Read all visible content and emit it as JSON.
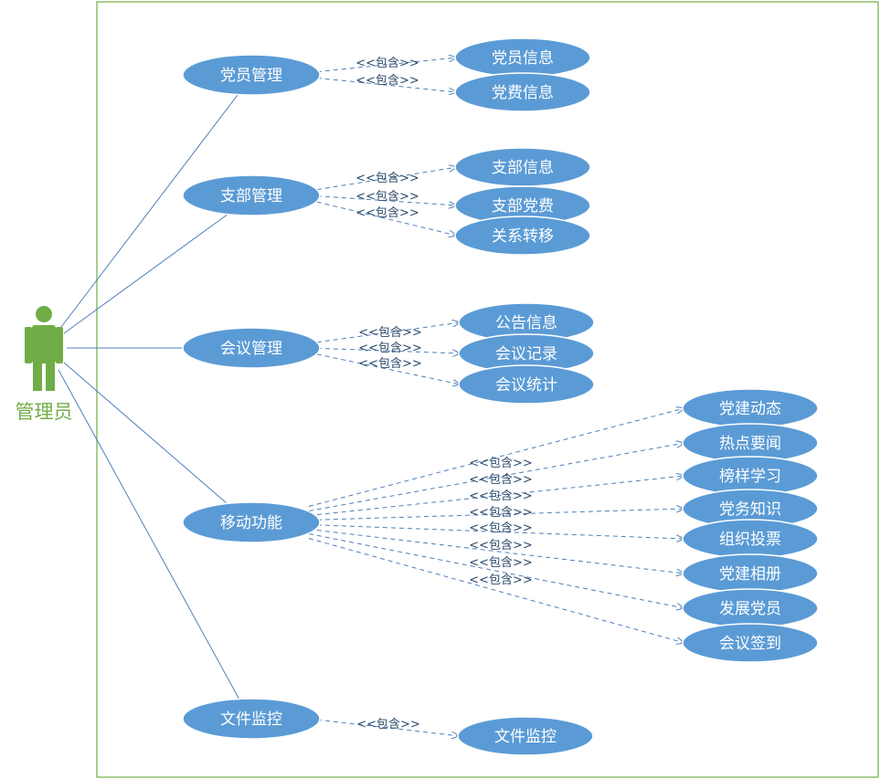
{
  "diagram": {
    "type": "use-case",
    "actor": "管理员",
    "include_label": "<<包含>>",
    "colors": {
      "actor": "#70ad47",
      "usecase_fill": "#5b9bd5",
      "line": "#4f7fb9",
      "boundary": "#70ad47",
      "usecase_text": "#ffffff"
    },
    "groups": [
      {
        "name": "党员管理",
        "children": [
          "党员信息",
          "党费信息"
        ]
      },
      {
        "name": "支部管理",
        "children": [
          "支部信息",
          "支部党费",
          "关系转移"
        ]
      },
      {
        "name": "会议管理",
        "children": [
          "公告信息",
          "会议记录",
          "会议统计"
        ]
      },
      {
        "name": "移动功能",
        "children": [
          "党建动态",
          "热点要闻",
          "榜样学习",
          "党务知识",
          "组织投票",
          "党建相册",
          "发展党员",
          "会议签到"
        ]
      },
      {
        "name": "文件监控",
        "children": [
          "文件监控"
        ]
      }
    ]
  }
}
